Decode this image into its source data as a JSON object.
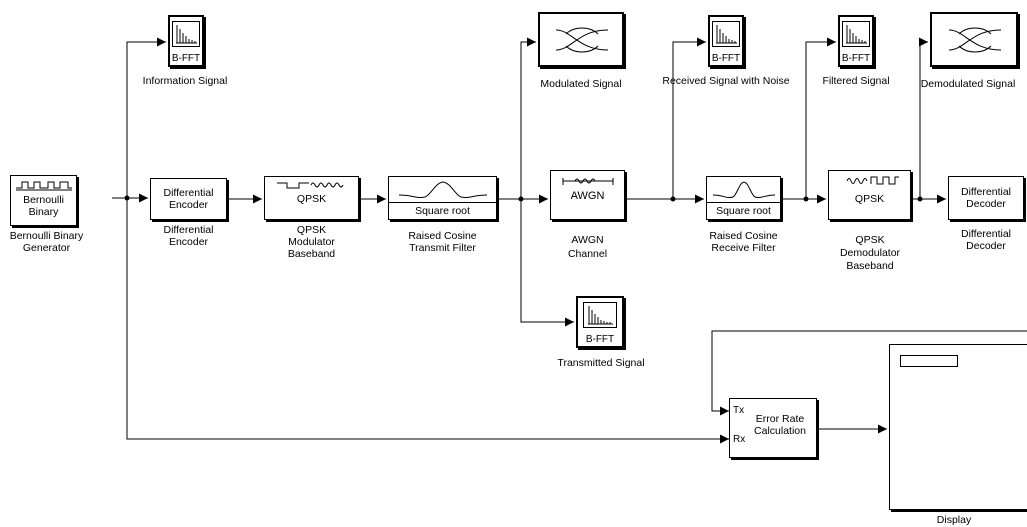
{
  "blocks": {
    "bernoulli": {
      "inner": [
        "Bernoulli",
        "Binary"
      ],
      "label": [
        "Bernoulli Binary",
        "Generator"
      ]
    },
    "diff_encoder": {
      "inner": [
        "Differential",
        "Encoder"
      ],
      "label": [
        "Differential",
        "Encoder"
      ]
    },
    "qpsk_mod": {
      "inner": "QPSK",
      "label": [
        "QPSK",
        "Modulator",
        "Baseband"
      ]
    },
    "rc_tx": {
      "inner": "Square root",
      "label": [
        "Raised Cosine",
        "Transmit Filter"
      ]
    },
    "awgn": {
      "inner": "AWGN",
      "label": [
        "AWGN",
        "Channel"
      ]
    },
    "rc_rx": {
      "inner": "Square root",
      "label": [
        "Raised Cosine",
        "Receive Filter"
      ]
    },
    "qpsk_demod": {
      "inner": "QPSK",
      "label": [
        "QPSK",
        "Demodulator",
        "Baseband"
      ]
    },
    "diff_decoder": {
      "inner": [
        "Differential",
        "Decoder"
      ],
      "label": [
        "Differential",
        "Decoder"
      ]
    },
    "error_rate": {
      "inner": [
        "Error Rate",
        "Calculation"
      ],
      "port_tx": "Tx",
      "port_rx": "Rx"
    },
    "display": {
      "label": "Display"
    }
  },
  "scopes": {
    "fft_label": "B-FFT",
    "information_signal": "Information Signal",
    "modulated_signal": "Modulated Signal",
    "received_signal_noise": "Received Signal with Noise",
    "filtered_signal": "Filtered Signal",
    "demodulated_signal": "Demodulated Signal",
    "transmitted_signal": "Transmitted Signal"
  }
}
